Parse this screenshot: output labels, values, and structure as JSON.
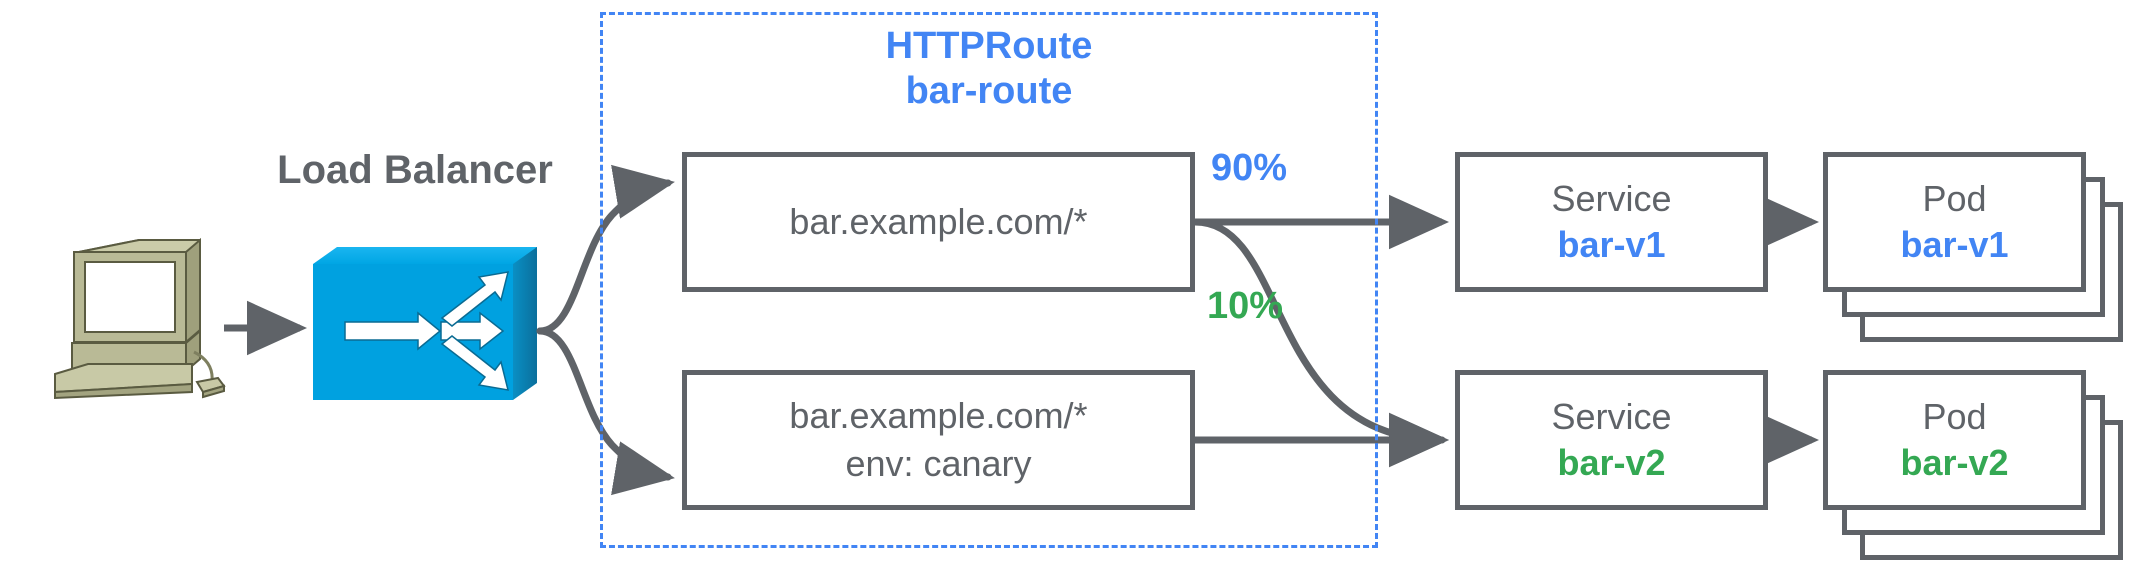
{
  "diagram": {
    "title": "HTTPRoute traffic splitting",
    "colors": {
      "blue": "#4285f4",
      "green": "#34a853",
      "gray": "#5f6368",
      "lb_blue": "#00a1e0",
      "pc_olive": "#b5b68c"
    }
  },
  "client": {
    "icon_name": "workstation-icon"
  },
  "load_balancer": {
    "caption": "Load Balancer",
    "icon_name": "load-balancer-switch-icon"
  },
  "httproute_group": {
    "kind": "HTTPRoute",
    "name": "bar-route",
    "rules": [
      {
        "id": "rule-primary",
        "lines": [
          "bar.example.com/*"
        ]
      },
      {
        "id": "rule-canary",
        "lines": [
          "bar.example.com/*",
          "env: canary"
        ]
      }
    ]
  },
  "weights": [
    {
      "label": "90%",
      "value": 90,
      "color": "#4285f4",
      "target": "bar-v1"
    },
    {
      "label": "10%",
      "value": 10,
      "color": "#34a853",
      "target": "bar-v2"
    }
  ],
  "backends": [
    {
      "service": {
        "kind": "Service",
        "name": "bar-v1",
        "color": "#4285f4"
      },
      "pod": {
        "kind": "Pod",
        "name": "bar-v1",
        "color": "#4285f4",
        "replicas": 3
      }
    },
    {
      "service": {
        "kind": "Service",
        "name": "bar-v2",
        "color": "#34a853"
      },
      "pod": {
        "kind": "Pod",
        "name": "bar-v2",
        "color": "#34a853",
        "replicas": 3
      }
    }
  ]
}
